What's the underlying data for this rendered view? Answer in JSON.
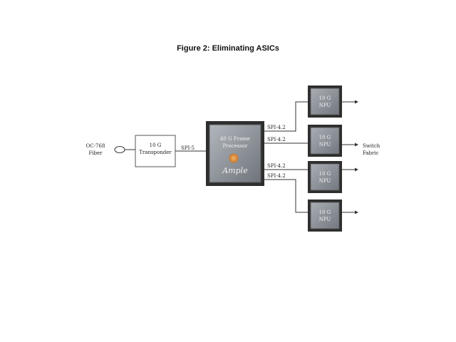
{
  "title": "Figure 2: Eliminating ASICs",
  "fiber": {
    "line1": "OC-768",
    "line2": "Fiber"
  },
  "transponder": {
    "line1": "10 G",
    "line2": "Transponder"
  },
  "spi_in": "SPI-5",
  "processor": {
    "line1": "40 G Frame",
    "line2": "Processor",
    "brand": "Ample"
  },
  "links": [
    "SPI-4.2",
    "SPI-4.2",
    "SPI-4.2",
    "SPI-4.2"
  ],
  "npus": [
    {
      "line1": "10 G",
      "line2": "NPU"
    },
    {
      "line1": "10 G",
      "line2": "NPU"
    },
    {
      "line1": "10 G",
      "line2": "NPU"
    },
    {
      "line1": "10 G",
      "line2": "NPU"
    }
  ],
  "switch": {
    "line1": "Switch",
    "line2": "Fabric"
  },
  "colors": {
    "chip_frame": "#3a3a3a",
    "chip_face": "#8a8f96",
    "core": "#d98a3a",
    "line": "#333333"
  }
}
